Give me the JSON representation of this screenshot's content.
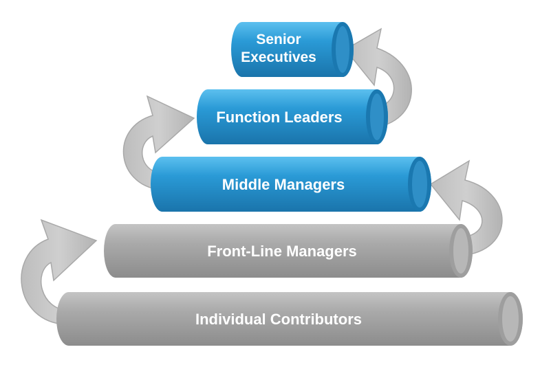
{
  "tiers": [
    {
      "label": "Senior Executives",
      "lines": [
        "Senior",
        "Executives"
      ],
      "color": "#2a9ad6"
    },
    {
      "label": "Function Leaders",
      "lines": [
        "Function Leaders"
      ],
      "color": "#2a9ad6"
    },
    {
      "label": "Middle Managers",
      "lines": [
        "Middle Managers"
      ],
      "color": "#2a9ad6"
    },
    {
      "label": "Front-Line Managers",
      "lines": [
        "Front-Line Managers"
      ],
      "color": "#a9a9a9"
    },
    {
      "label": "Individual Contributors",
      "lines": [
        "Individual Contributors"
      ],
      "color": "#a9a9a9"
    }
  ],
  "colors": {
    "blue_body": "#2a9ad6",
    "blue_light": "#4cb6ea",
    "blue_dark": "#1a78b0",
    "gray_body": "#a9a9a9",
    "gray_light": "#bdbdbd",
    "gray_dark": "#8f8f8f",
    "arrow_fill": "#c7c7c7",
    "arrow_edge": "#a3a3a3"
  },
  "arrows": [
    {
      "from": "Individual Contributors",
      "to": "Front-Line Managers",
      "side": "left"
    },
    {
      "from": "Front-Line Managers",
      "to": "Middle Managers",
      "side": "right"
    },
    {
      "from": "Middle Managers",
      "to": "Function Leaders",
      "side": "left"
    },
    {
      "from": "Function Leaders",
      "to": "Senior Executives",
      "side": "right"
    }
  ]
}
